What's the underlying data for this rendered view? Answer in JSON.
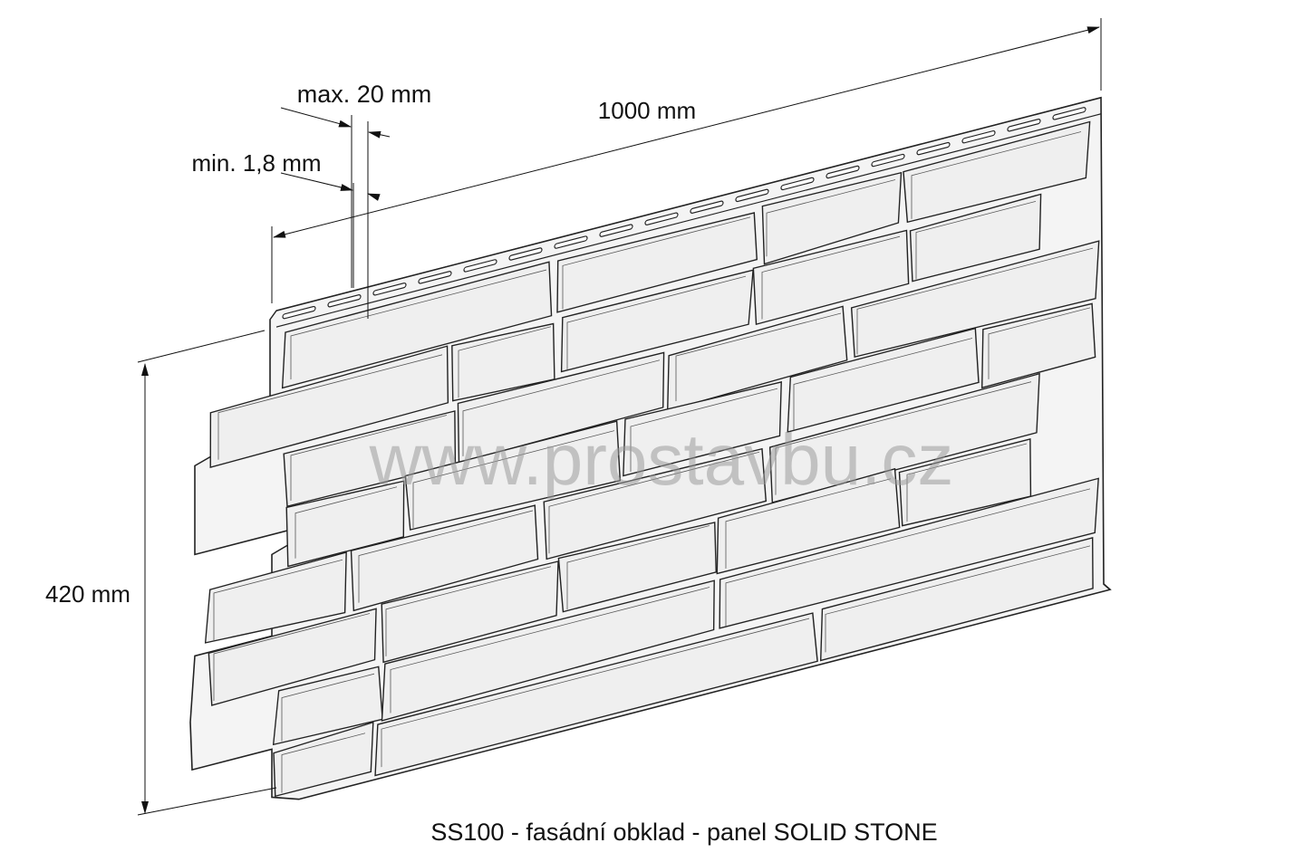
{
  "dimensions": {
    "width_label": "1000 mm",
    "height_label": "420 mm",
    "max_gap_label": "max. 20 mm",
    "min_gap_label": "min. 1,8 mm"
  },
  "caption": "SS100 - fasádní obklad - panel SOLID STONE",
  "watermark": "www.prostavbu.cz",
  "colors": {
    "line": "#222222",
    "panel": "#f4f4f4",
    "stone": "#efefef",
    "watermark": "#9a9a9a"
  }
}
